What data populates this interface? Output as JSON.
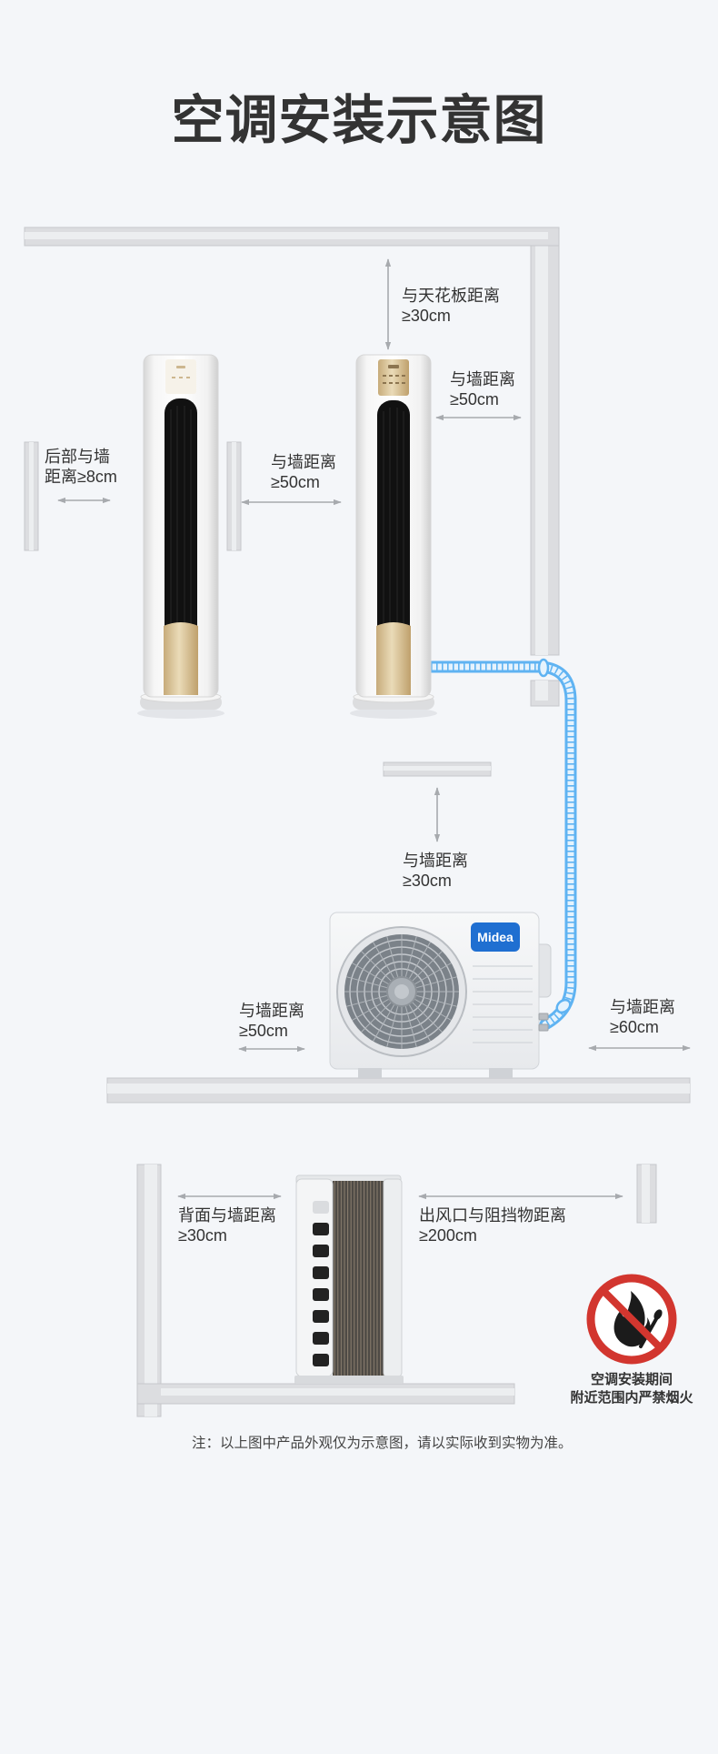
{
  "title": "空调安装示意图",
  "labels": {
    "rear_wall": {
      "line1": "后部与墙",
      "line2": "距离≥8cm"
    },
    "side_wall": {
      "line1": "与墙距离",
      "line2": "≥50cm"
    },
    "ceiling": {
      "line1": "与天花板距离",
      "line2": "≥30cm"
    },
    "right_wall": {
      "line1": "与墙距离",
      "line2": "≥50cm"
    },
    "outdoor_top": {
      "line1": "与墙距离",
      "line2": "≥30cm"
    },
    "outdoor_left": {
      "line1": "与墙距离",
      "line2": "≥50cm"
    },
    "outdoor_right": {
      "line1": "与墙距离",
      "line2": "≥60cm"
    },
    "back_wall": {
      "line1": "背面与墙距离",
      "line2": "≥30cm"
    },
    "outlet": {
      "line1": "出风口与阻挡物距离",
      "line2": "≥200cm"
    }
  },
  "brand_logo": "Midea",
  "warning": {
    "line1": "空调安装期间",
    "line2": "附近范围内严禁烟火"
  },
  "note": "注：以上图中产品外观仅为示意图，请以实际收到实物为准。",
  "icons": {
    "prohibition": "no-fire-icon",
    "flame": "flame-icon",
    "match": "match-stick-icon"
  },
  "colors": {
    "background": "#f4f6f9",
    "text": "#333333",
    "wall": "#dcdde0",
    "arrow": "#a7aaae",
    "pipe": "#5fb3f2",
    "brand": "#1f6fd1",
    "warning_red": "#d2362f"
  }
}
